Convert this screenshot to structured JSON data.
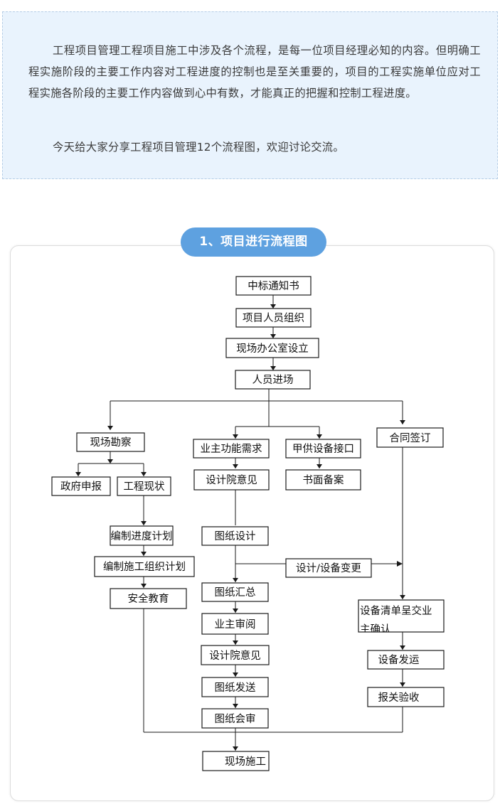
{
  "intro": {
    "paragraph_1": "工程项目管理工程项目施工中涉及各个流程，是每一位项目经理必知的内容。但明确工程实施阶段的主要工作内容对工程进度的控制也是至关重要的，项目的工程实施单位应对工程实施各阶段的主要工作内容做到心中有数，才能真正的把握和控制工程进度。",
    "paragraph_2": "今天给大家分享工程项目管理12个流程图，欢迎讨论交流。"
  },
  "section": {
    "title": "1、项目进行流程图"
  },
  "flowchart": {
    "nodes": {
      "n1": "中标通知书",
      "n2": "项目人员组织",
      "n3": "现场办公室设立",
      "n4": "人员进场",
      "n5": "现场勘察",
      "n6": "政府申报",
      "n7": "工程现状",
      "n8": "编制进度计划",
      "n9": "编制施工组织计划",
      "n10": "安全教育",
      "n11": "业主功能需求",
      "n12": "设计院意见",
      "n13": "图纸设计",
      "n14": "图纸汇总",
      "n15": "业主审阅",
      "n16": "设计院意见",
      "n17": "图纸发送",
      "n18": "图纸会审",
      "n19": "现场施工",
      "n20": "甲供设备接口",
      "n21": "书面备案",
      "n22": "设计/设备变更",
      "n23": "合同签订",
      "n24": "设备清单呈交业主确认",
      "n25": "设备发运",
      "n26": "报关验收"
    }
  }
}
